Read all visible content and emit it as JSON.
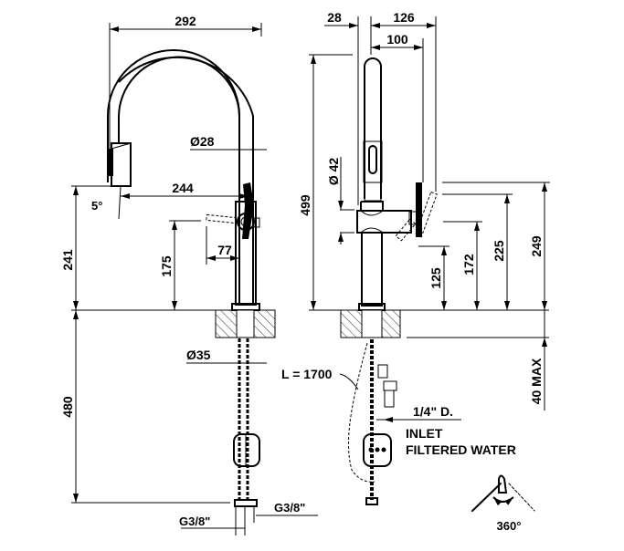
{
  "drawing": {
    "title": "Pull-down kitchen faucet technical drawing",
    "front_view": {
      "dimensions": {
        "spout_width": "292",
        "spout_diameter": "Ø28",
        "spout_reach": "244",
        "spray_angle": "5°",
        "outlet_height": "241",
        "lever_height": "175",
        "lever_offset": "77",
        "shank_diameter": "Ø35",
        "below_deck_length": "480",
        "connection_left": "G3/8\"",
        "connection_right": "G3/8\""
      }
    },
    "side_view": {
      "dimensions": {
        "spout_depth": "28",
        "overall_depth": "126",
        "lever_depth": "100",
        "overall_height": "499",
        "body_diameter": "Ø 42",
        "height_125": "125",
        "height_172": "172",
        "height_225": "225",
        "height_249": "249",
        "deck_thickness": "40 MAX"
      },
      "annotations": {
        "hose_length": "L = 1700",
        "inlet_size": "1/4\" D.",
        "inlet_line1": "INLET",
        "inlet_line2": "FILTERED WATER"
      }
    },
    "rotation": {
      "label": "360°"
    }
  }
}
